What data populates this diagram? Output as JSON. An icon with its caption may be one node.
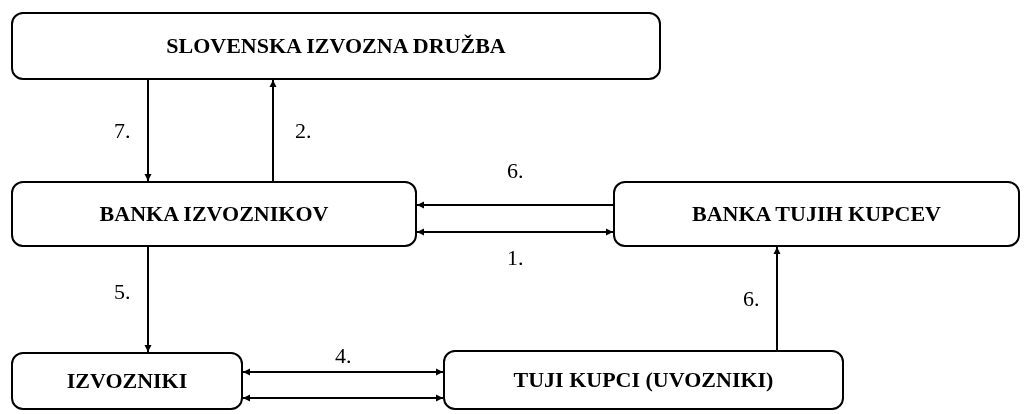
{
  "diagram": {
    "nodes": [
      {
        "text": [
          "SLOVENSKA IZVOZNA DRUŽBA"
        ]
      },
      {
        "text": [
          "BANKA IZVOZNIKOV"
        ]
      },
      {
        "text": [
          "BANKA TUJIH KUPCEV"
        ]
      },
      {
        "text": [
          "IZVOZNIKI"
        ]
      },
      {
        "text": [
          "TUJI KUPCI (UVOZNIKI)"
        ]
      }
    ],
    "edges": [
      {
        "from": 0,
        "to": 1,
        "arrow": "to",
        "label": "7."
      },
      {
        "from": 1,
        "to": 0,
        "arrow": "to",
        "label": "2."
      },
      {
        "from": 2,
        "to": 1,
        "arrow": "to",
        "label": "6."
      },
      {
        "from": 1,
        "to": 2,
        "arrow": "both",
        "label": "1."
      },
      {
        "from": 1,
        "to": 3,
        "arrow": "to",
        "label": "5."
      },
      {
        "from": 3,
        "to": 4,
        "arrow": "both",
        "label": "4."
      },
      {
        "from": 3,
        "to": 4,
        "arrow": "both"
      },
      {
        "from": 4,
        "to": 2,
        "arrow": "to",
        "label": "6."
      }
    ]
  }
}
